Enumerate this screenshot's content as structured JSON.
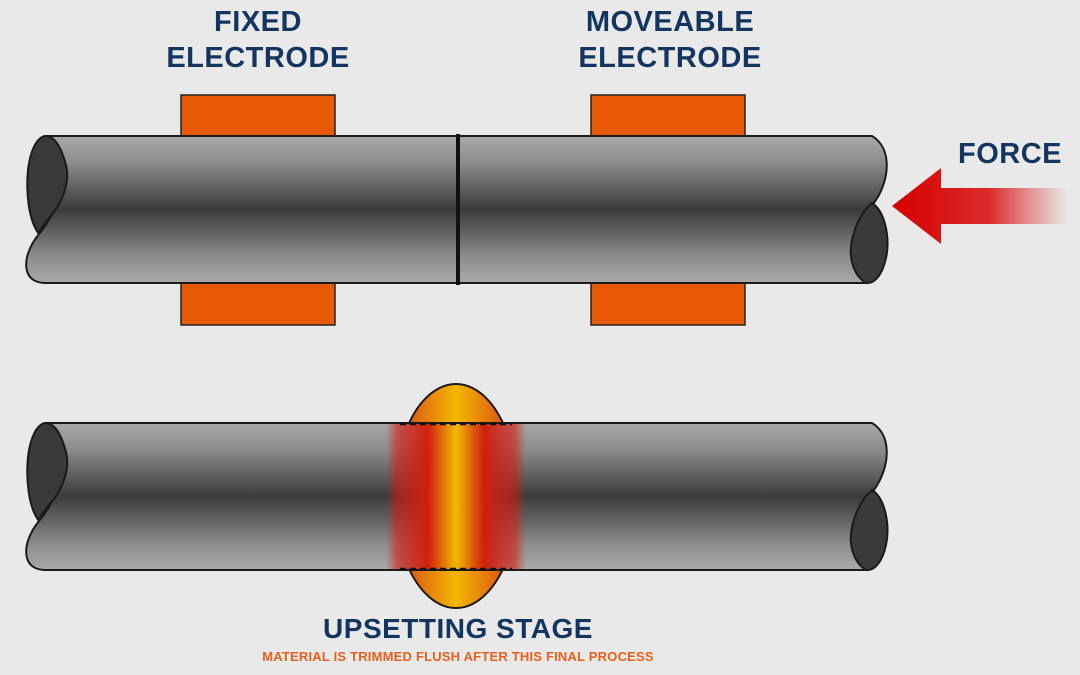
{
  "labels": {
    "fixed_electrode": "FIXED\nELECTRODE",
    "moveable_electrode": "MOVEABLE\nELECTRODE",
    "force": "FORCE",
    "stage_title": "UPSETTING STAGE",
    "stage_note": "MATERIAL IS TRIMMED FLUSH AFTER THIS FINAL PROCESS"
  },
  "colors": {
    "background": "#e9e9e9",
    "label_text": "#13355f",
    "note_text": "#e8601c",
    "electrode": "#e65a05",
    "rod_light": "#a8a8a8",
    "rod_dark": "#3c3c3c",
    "arrow": "#d40000",
    "heat_red": "#d81e0e",
    "heat_yellow": "#f2b800"
  },
  "icons": {
    "force_arrow": "arrow-left-icon"
  }
}
